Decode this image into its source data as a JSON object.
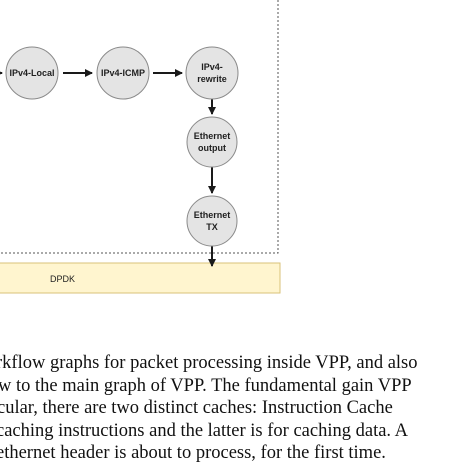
{
  "figure": {
    "nodes": [
      {
        "id": "ipv4-local",
        "label_lines": [
          "IPv4-Local"
        ]
      },
      {
        "id": "ipv4-icmp",
        "label_lines": [
          "IPv4-ICMP"
        ]
      },
      {
        "id": "ipv4-rewrite",
        "label_lines": [
          "IPv4-",
          "rewrite"
        ]
      },
      {
        "id": "ethernet-output",
        "label_lines": [
          "Ethernet",
          "output"
        ]
      },
      {
        "id": "ethernet-tx",
        "label_lines": [
          "Ethernet",
          "TX"
        ]
      }
    ],
    "dpdk_label": "DPDK",
    "colors": {
      "node_fill": "#e4e4e4",
      "node_stroke": "#8a8a8a",
      "arrow": "#1a1a1a",
      "dpdk_fill": "#fff5cf",
      "dpdk_stroke": "#d8c27a",
      "frame_stroke": "#555555"
    }
  },
  "caption": {
    "lines": [
      "rkflow graphs for packet processing inside VPP, and also",
      "w to the main graph of VPP. The fundamental gain VPP",
      "cular, there are two distinct caches: Instruction Cache",
      " caching instructions and the latter is for caching data. A",
      " ethernet header is about to process, for the first time."
    ]
  }
}
